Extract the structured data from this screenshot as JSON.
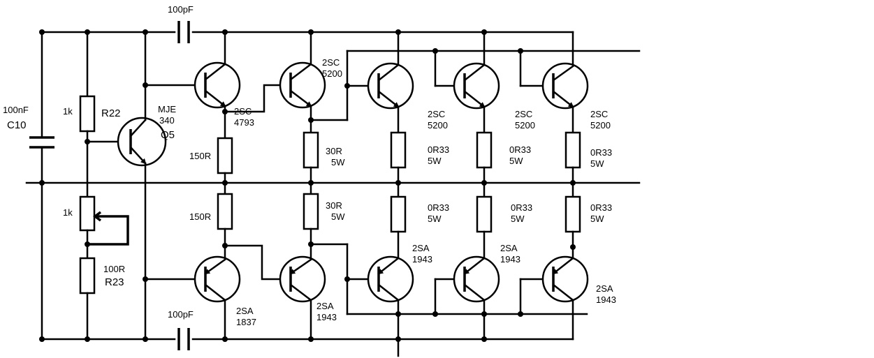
{
  "labels": {
    "cap_top": "100pF",
    "cap_bottom": "100pF",
    "c10_value": "100nF",
    "c10_name": "C10",
    "r22_value": "1k",
    "r22_name": "R22",
    "pot_value": "1k",
    "r23_value": "100R",
    "r23_name": "R23",
    "q5_part_a": "MJE",
    "q5_part_b": "340",
    "q5_name": "Q5",
    "npn1_a": "2SC",
    "npn1_b": "4793",
    "npn2_a": "2SC",
    "npn2_b": "5200",
    "npn3_a": "2SC",
    "npn3_b": "5200",
    "npn4_a": "2SC",
    "npn4_b": "5200",
    "npn5_a": "2SC",
    "npn5_b": "5200",
    "r_150_top": "150R",
    "r_150_bot": "150R",
    "r_30_top_a": "30R",
    "r_30_top_b": "5W",
    "r_30_bot_a": "30R",
    "r_30_bot_b": "5W",
    "r_0r33_1a": "0R33",
    "r_0r33_1b": "5W",
    "r_0r33_2a": "0R33",
    "r_0r33_2b": "5W",
    "r_0r33_3a": "0R33",
    "r_0r33_3b": "5W",
    "r_0r33_4a": "0R33",
    "r_0r33_4b": "5W",
    "r_0r33_5a": "0R33",
    "r_0r33_5b": "5W",
    "r_0r33_6a": "0R33",
    "r_0r33_6b": "5W",
    "pnp1_a": "2SA",
    "pnp1_b": "1837",
    "pnp2_a": "2SA",
    "pnp2_b": "1943",
    "pnp3_a": "2SA",
    "pnp3_b": "1943",
    "pnp4_a": "2SA",
    "pnp4_b": "1943",
    "pnp5_a": "2SA",
    "pnp5_b": "1943"
  }
}
